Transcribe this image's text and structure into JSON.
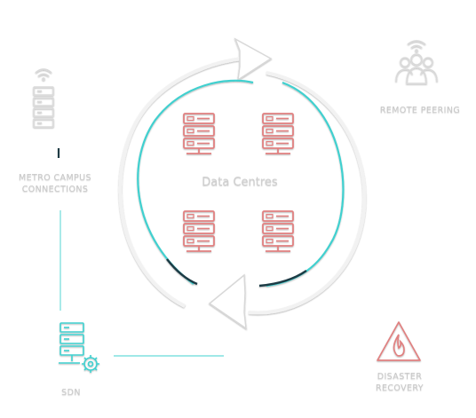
{
  "diagram": {
    "center_label": "Data Centres",
    "nodes": {
      "metro": {
        "label": "METRO CAMPUS CONNECTIONS",
        "icon": "server-wifi-icon"
      },
      "remote": {
        "label": "REMOTE PEERING",
        "icon": "people-wifi-icon"
      },
      "sdn": {
        "label": "SDN",
        "icon": "server-gear-icon"
      },
      "disaster": {
        "label": "DISASTER RECOVERY",
        "icon": "fire-warning-icon"
      }
    },
    "data_centre_icons": [
      "server-icon",
      "server-icon",
      "server-icon",
      "server-icon"
    ]
  },
  "colors": {
    "teal": "#3fd0cf",
    "red": "#e08080",
    "grey": "#cfcfcf",
    "dark": "#1f3b44"
  }
}
